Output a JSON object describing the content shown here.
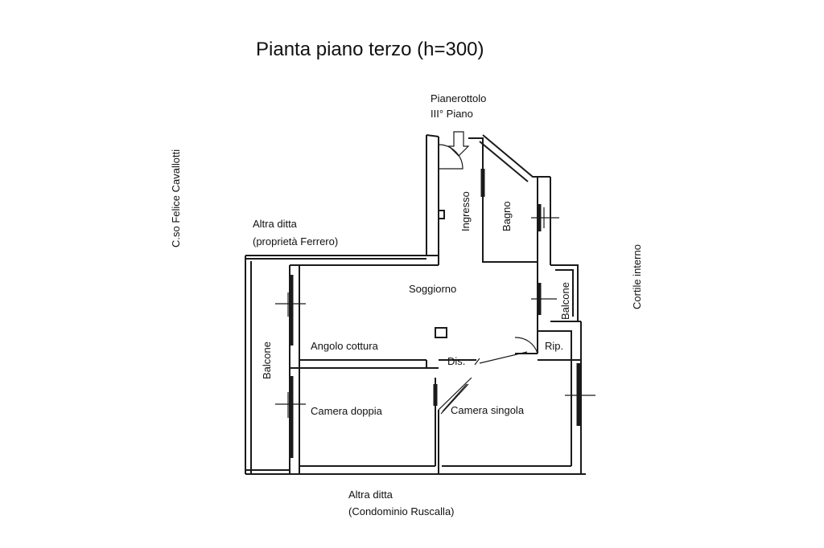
{
  "title": "Pianta piano terzo (h=300)",
  "labels": {
    "pianerottolo_1": "Pianerottolo",
    "pianerottolo_2": "III° Piano",
    "street": "C.so Felice Cavallotti",
    "courtyard": "Cortile interno",
    "neighbor_top_1": "Altra ditta",
    "neighbor_top_2": "(proprietà Ferrero)",
    "neighbor_bottom_1": "Altra ditta",
    "neighbor_bottom_2": "(Condominio Ruscalla)",
    "ingresso": "Ingresso",
    "bagno": "Bagno",
    "soggiorno": "Soggiorno",
    "balcone_right": "Balcone",
    "angolo_cottura": "Angolo cottura",
    "balcone_left": "Balcone",
    "dis": "Dis.",
    "rip": "Rip.",
    "camera_doppia": "Camera doppia",
    "camera_singola": "Camera singola"
  },
  "colors": {
    "lines": "#1a1a1a",
    "text": "#111111",
    "soggiorno_text": "#777777"
  }
}
